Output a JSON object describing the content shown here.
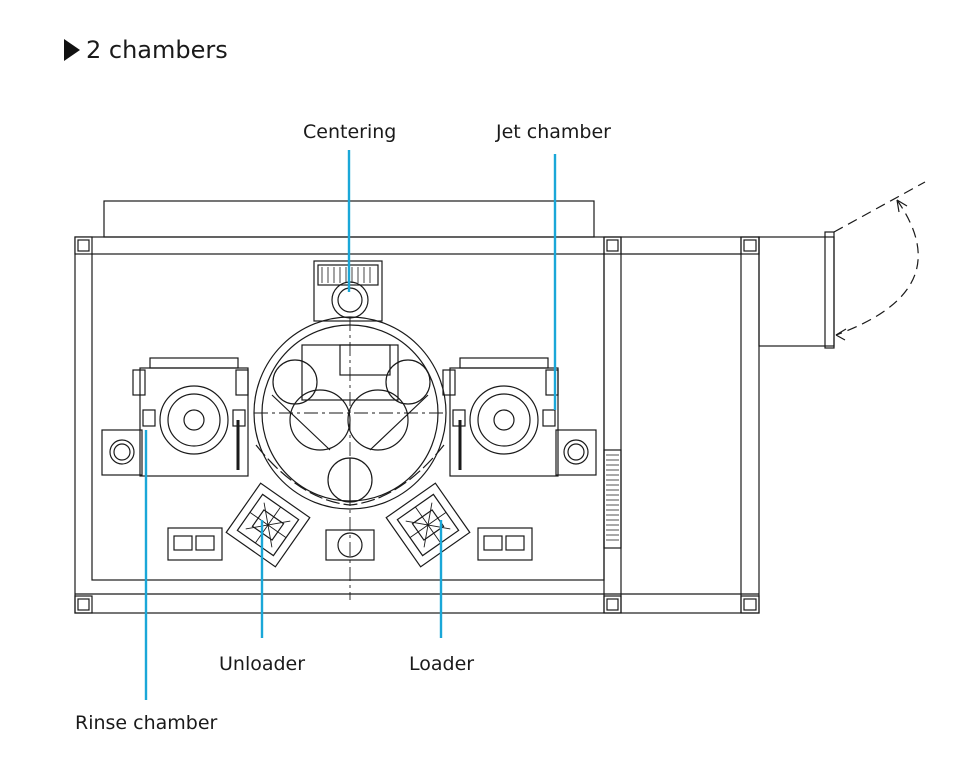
{
  "heading": {
    "icon": "triangle-right-icon",
    "text": "2 chambers"
  },
  "callouts": {
    "centering": "Centering",
    "jet_chamber": "Jet chamber",
    "unloader": "Unloader",
    "loader": "Loader",
    "rinse_chamber": "Rinse chamber"
  },
  "colors": {
    "leader_line": "#1aa7d8",
    "drawing": "#1a1a1a"
  }
}
